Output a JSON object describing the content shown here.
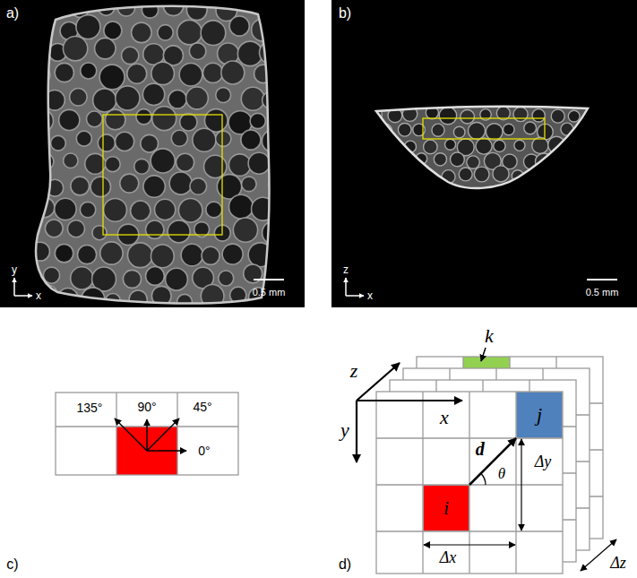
{
  "diagram": {
    "nodes": [
      {
        "text": [
          "j"
        ]
      },
      {
        "text": [
          "i"
        ]
      }
    ],
    "edges": [
      {
        "from": 1,
        "to": 0,
        "arrow": "to",
        "label": "d"
      }
    ],
    "labels": [
      "a)",
      "b)",
      "y",
      "x",
      "0.5 mm",
      "z",
      "x",
      "0.5 mm",
      "135°",
      "90°",
      "45°",
      "0°",
      "c)",
      "d)",
      "k",
      "z",
      "x",
      "y",
      "θ",
      "Δx",
      "Δy",
      "Δz"
    ]
  }
}
